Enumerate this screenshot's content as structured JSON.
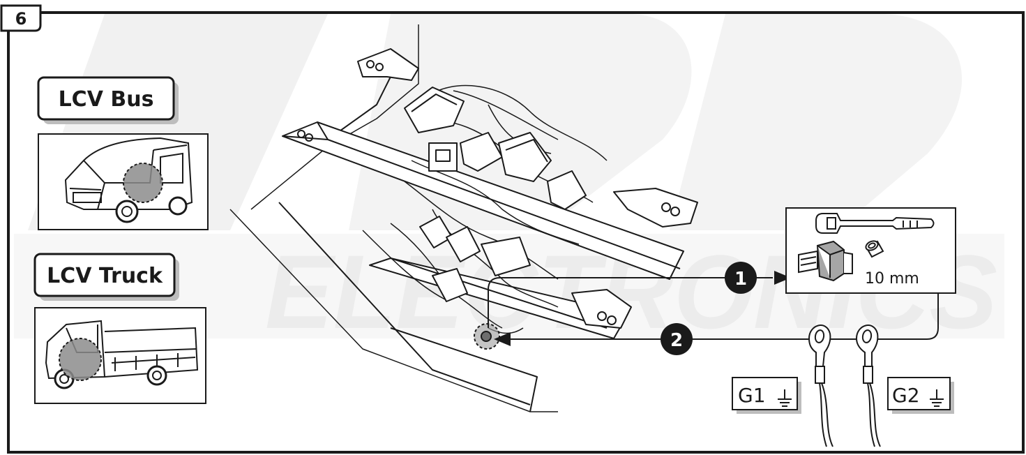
{
  "step": {
    "number": "6"
  },
  "vehicles": {
    "bus": {
      "label": "LCV Bus"
    },
    "truck": {
      "label": "LCV Truck"
    }
  },
  "callouts": [
    {
      "number": "1"
    },
    {
      "number": "2"
    }
  ],
  "tools": {
    "socket_size": "10 mm"
  },
  "grounds": [
    {
      "label": "G1"
    },
    {
      "label": "G2"
    }
  ],
  "watermark": {
    "text": "ELECTRONICS"
  },
  "colors": {
    "line": "#1a1a1a",
    "watermark": "#eeeeee",
    "highlight": "#8c8c8c",
    "label_shadow": "#bdbdbd"
  }
}
